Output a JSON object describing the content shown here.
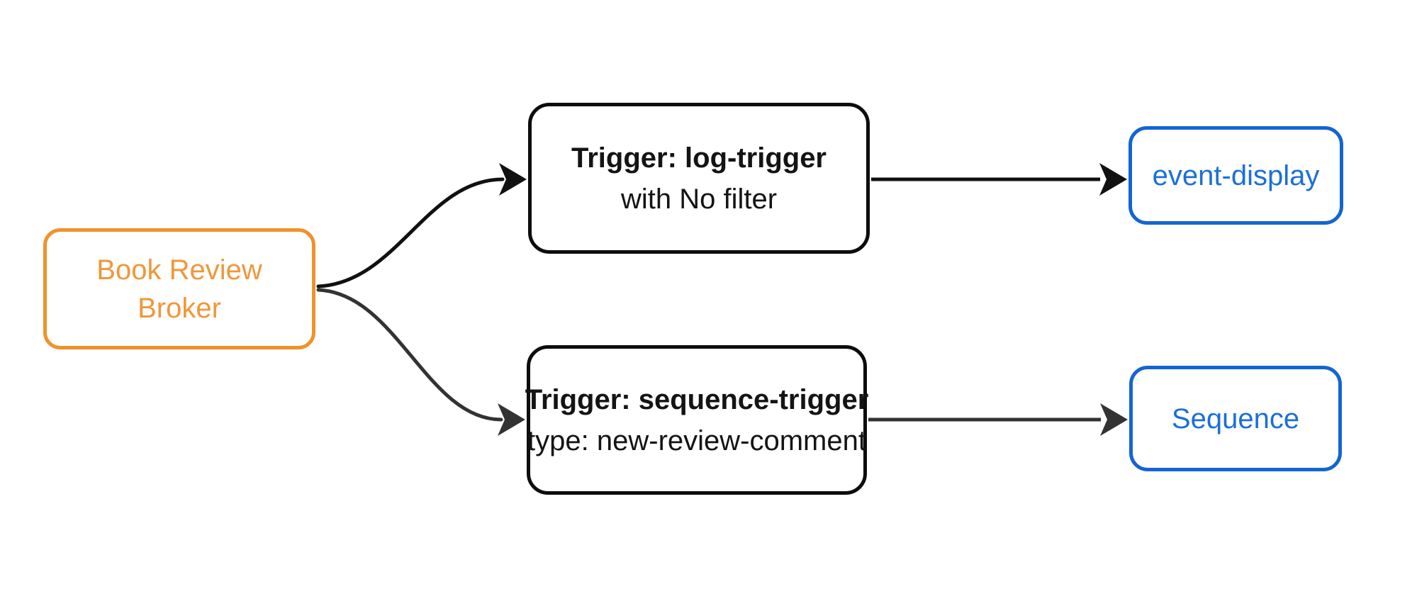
{
  "diagram": {
    "type": "flowchart",
    "background": "#ffffff",
    "nodes": {
      "broker": {
        "line1": "Book Review",
        "line2": "Broker",
        "border_color": "#F0922B",
        "text_color": "#F0973A"
      },
      "log_trigger": {
        "title": "Trigger: log-trigger",
        "subtitle": "with No filter",
        "border_color": "#0D0D0D",
        "text_color": "#141414"
      },
      "sequence_trigger": {
        "title": "Trigger: sequence-trigger",
        "subtitle": "type: new-review-comment",
        "border_color": "#0D0D0D",
        "text_color": "#141414"
      },
      "event_display": {
        "label": "event-display",
        "border_color": "#1465D2",
        "text_color": "#1B6FD9"
      },
      "sequence": {
        "label": "Sequence",
        "border_color": "#1465D2",
        "text_color": "#1B6FD9"
      }
    },
    "edges": [
      {
        "from": "broker",
        "to": "log_trigger",
        "color": "#111111",
        "style": "curved-arrow"
      },
      {
        "from": "broker",
        "to": "sequence_trigger",
        "color": "#333333",
        "style": "curved-arrow"
      },
      {
        "from": "log_trigger",
        "to": "event_display",
        "color": "#111111",
        "style": "straight-arrow"
      },
      {
        "from": "sequence_trigger",
        "to": "sequence",
        "color": "#333333",
        "style": "straight-arrow"
      }
    ],
    "colors": {
      "orange": "#F0922B",
      "blue": "#1465D2",
      "edge_black": "#111111",
      "edge_gray": "#333333",
      "background": "#ffffff"
    }
  }
}
